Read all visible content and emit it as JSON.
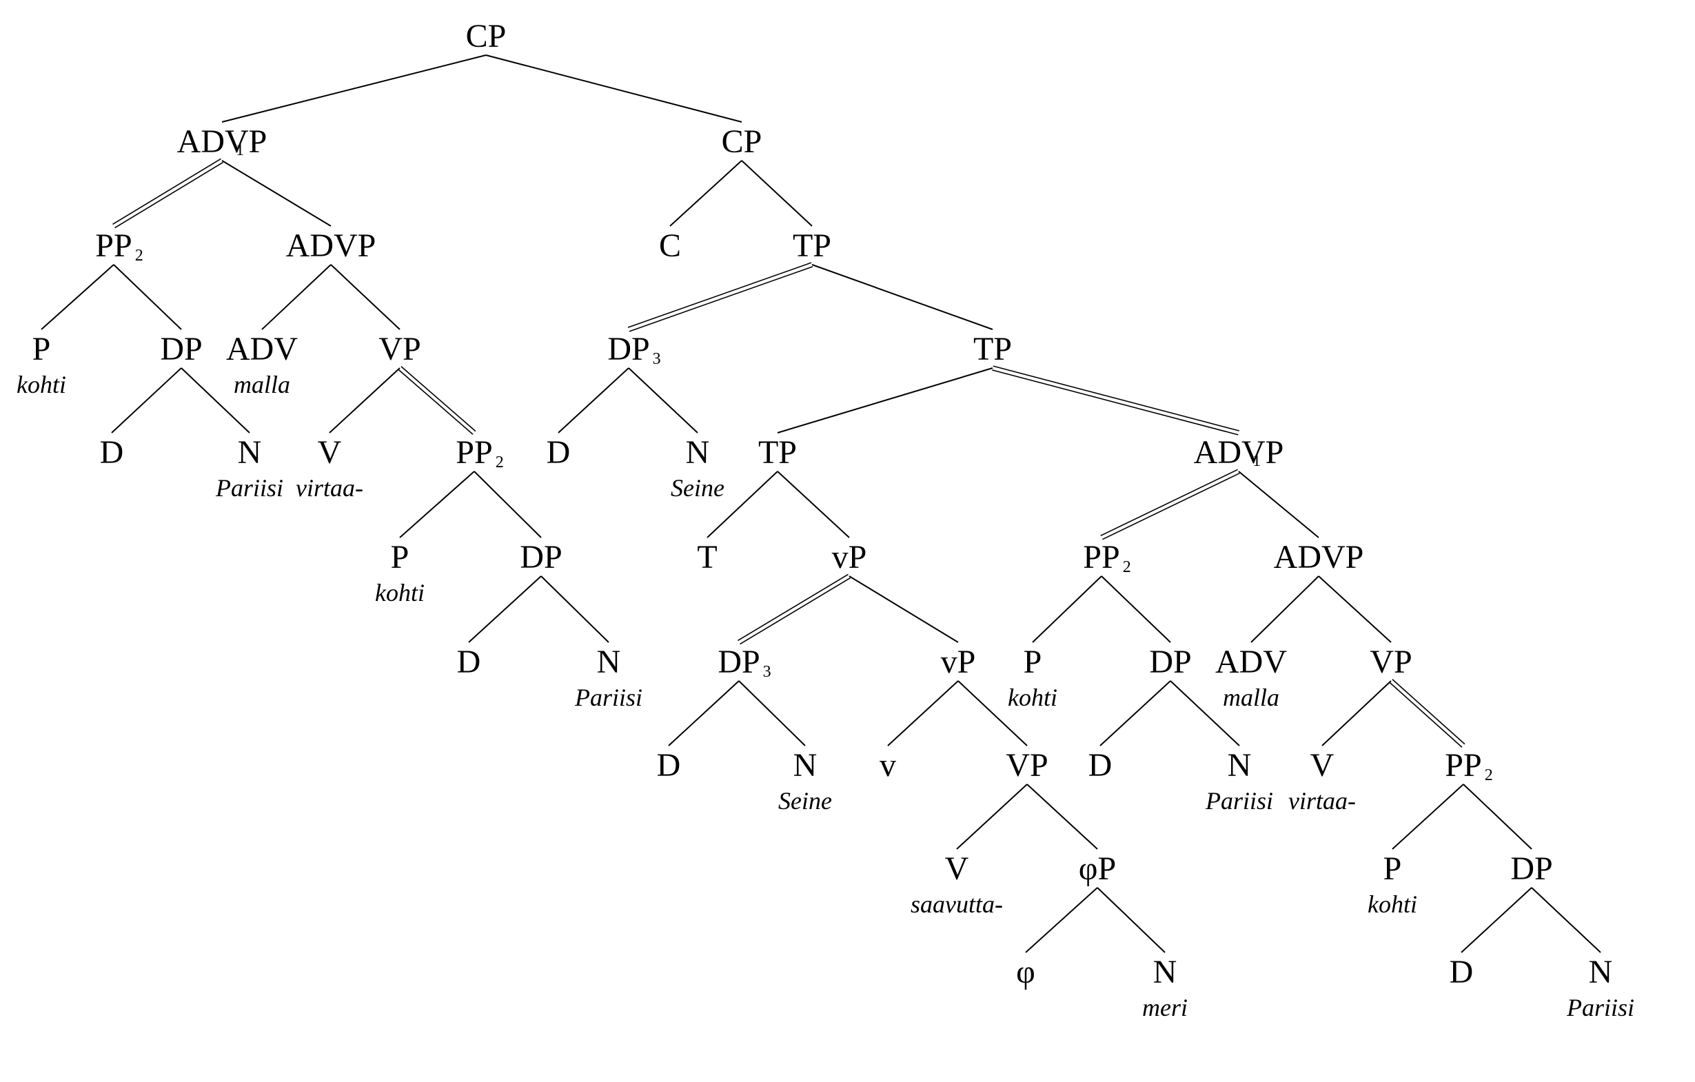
{
  "nodes": [
    {
      "id": "n1",
      "cat": "CP",
      "sub": "",
      "word": ""
    },
    {
      "id": "n2",
      "cat": "ADVP",
      "sub": "1",
      "word": ""
    },
    {
      "id": "n3",
      "cat": "CP",
      "sub": "",
      "word": ""
    },
    {
      "id": "n4",
      "cat": "PP",
      "sub": "2",
      "word": ""
    },
    {
      "id": "n5",
      "cat": "ADVP",
      "sub": "",
      "word": ""
    },
    {
      "id": "n6",
      "cat": "P",
      "sub": "",
      "word": "kohti"
    },
    {
      "id": "n7",
      "cat": "DP",
      "sub": "",
      "word": ""
    },
    {
      "id": "n8",
      "cat": "D",
      "sub": "",
      "word": ""
    },
    {
      "id": "n9",
      "cat": "N",
      "sub": "",
      "word": "Pariisi"
    },
    {
      "id": "n10",
      "cat": "ADV",
      "sub": "",
      "word": "malla"
    },
    {
      "id": "n11",
      "cat": "VP",
      "sub": "",
      "word": ""
    },
    {
      "id": "n12",
      "cat": "V",
      "sub": "",
      "word": "virtaa-"
    },
    {
      "id": "n13",
      "cat": "PP",
      "sub": "2",
      "word": ""
    },
    {
      "id": "n14",
      "cat": "P",
      "sub": "",
      "word": "kohti"
    },
    {
      "id": "n15",
      "cat": "DP",
      "sub": "",
      "word": ""
    },
    {
      "id": "n16",
      "cat": "D",
      "sub": "",
      "word": ""
    },
    {
      "id": "n17",
      "cat": "N",
      "sub": "",
      "word": "Pariisi"
    },
    {
      "id": "n18",
      "cat": "C",
      "sub": "",
      "word": ""
    },
    {
      "id": "n19",
      "cat": "TP",
      "sub": "",
      "word": ""
    },
    {
      "id": "n20",
      "cat": "DP",
      "sub": "3",
      "word": ""
    },
    {
      "id": "n21",
      "cat": "D",
      "sub": "",
      "word": ""
    },
    {
      "id": "n22",
      "cat": "N",
      "sub": "",
      "word": "Seine"
    },
    {
      "id": "n23",
      "cat": "TP",
      "sub": "",
      "word": ""
    },
    {
      "id": "n24",
      "cat": "TP",
      "sub": "",
      "word": ""
    },
    {
      "id": "n25",
      "cat": "T",
      "sub": "",
      "word": ""
    },
    {
      "id": "n26",
      "cat": "vP",
      "sub": "",
      "word": ""
    },
    {
      "id": "n27",
      "cat": "DP",
      "sub": "3",
      "word": ""
    },
    {
      "id": "n28",
      "cat": "D",
      "sub": "",
      "word": ""
    },
    {
      "id": "n29",
      "cat": "N",
      "sub": "",
      "word": "Seine"
    },
    {
      "id": "n30",
      "cat": "vP",
      "sub": "",
      "word": ""
    },
    {
      "id": "n31",
      "cat": "v",
      "sub": "",
      "word": ""
    },
    {
      "id": "n32",
      "cat": "VP",
      "sub": "",
      "word": ""
    },
    {
      "id": "n33",
      "cat": "V",
      "sub": "",
      "word": "saavutta-"
    },
    {
      "id": "n34",
      "cat": "φP",
      "sub": "",
      "word": ""
    },
    {
      "id": "n35",
      "cat": "φ",
      "sub": "",
      "word": ""
    },
    {
      "id": "n36",
      "cat": "N",
      "sub": "",
      "word": "meri"
    },
    {
      "id": "n37",
      "cat": "ADVP",
      "sub": "1",
      "word": ""
    },
    {
      "id": "n38",
      "cat": "PP",
      "sub": "2",
      "word": ""
    },
    {
      "id": "n39",
      "cat": "P",
      "sub": "",
      "word": "kohti"
    },
    {
      "id": "n40",
      "cat": "DP",
      "sub": "",
      "word": ""
    },
    {
      "id": "n41",
      "cat": "D",
      "sub": "",
      "word": ""
    },
    {
      "id": "n42",
      "cat": "N",
      "sub": "",
      "word": "Pariisi"
    },
    {
      "id": "n43",
      "cat": "ADVP",
      "sub": "",
      "word": ""
    },
    {
      "id": "n44",
      "cat": "ADV",
      "sub": "",
      "word": "malla"
    },
    {
      "id": "n45",
      "cat": "VP",
      "sub": "",
      "word": ""
    },
    {
      "id": "n46",
      "cat": "V",
      "sub": "",
      "word": "virtaa-"
    },
    {
      "id": "n47",
      "cat": "PP",
      "sub": "2",
      "word": ""
    },
    {
      "id": "n48",
      "cat": "P",
      "sub": "",
      "word": "kohti"
    },
    {
      "id": "n49",
      "cat": "DP",
      "sub": "",
      "word": ""
    },
    {
      "id": "n50",
      "cat": "D",
      "sub": "",
      "word": ""
    },
    {
      "id": "n51",
      "cat": "N",
      "sub": "",
      "word": "Pariisi"
    }
  ],
  "edges": [
    {
      "from": "n1",
      "to": "n2",
      "style": "single"
    },
    {
      "from": "n1",
      "to": "n3",
      "style": "single"
    },
    {
      "from": "n2",
      "to": "n4",
      "style": "double"
    },
    {
      "from": "n2",
      "to": "n5",
      "style": "single"
    },
    {
      "from": "n4",
      "to": "n6",
      "style": "single"
    },
    {
      "from": "n4",
      "to": "n7",
      "style": "single"
    },
    {
      "from": "n7",
      "to": "n8",
      "style": "single"
    },
    {
      "from": "n7",
      "to": "n9",
      "style": "single"
    },
    {
      "from": "n5",
      "to": "n10",
      "style": "single"
    },
    {
      "from": "n5",
      "to": "n11",
      "style": "single"
    },
    {
      "from": "n11",
      "to": "n12",
      "style": "single"
    },
    {
      "from": "n11",
      "to": "n13",
      "style": "double"
    },
    {
      "from": "n13",
      "to": "n14",
      "style": "single"
    },
    {
      "from": "n13",
      "to": "n15",
      "style": "single"
    },
    {
      "from": "n15",
      "to": "n16",
      "style": "single"
    },
    {
      "from": "n15",
      "to": "n17",
      "style": "single"
    },
    {
      "from": "n3",
      "to": "n18",
      "style": "single"
    },
    {
      "from": "n3",
      "to": "n19",
      "style": "single"
    },
    {
      "from": "n19",
      "to": "n20",
      "style": "double"
    },
    {
      "from": "n19",
      "to": "n23",
      "style": "single"
    },
    {
      "from": "n20",
      "to": "n21",
      "style": "single"
    },
    {
      "from": "n20",
      "to": "n22",
      "style": "single"
    },
    {
      "from": "n23",
      "to": "n24",
      "style": "single"
    },
    {
      "from": "n23",
      "to": "n37",
      "style": "double"
    },
    {
      "from": "n24",
      "to": "n25",
      "style": "single"
    },
    {
      "from": "n24",
      "to": "n26",
      "style": "single"
    },
    {
      "from": "n26",
      "to": "n27",
      "style": "double"
    },
    {
      "from": "n26",
      "to": "n30",
      "style": "single"
    },
    {
      "from": "n27",
      "to": "n28",
      "style": "single"
    },
    {
      "from": "n27",
      "to": "n29",
      "style": "single"
    },
    {
      "from": "n30",
      "to": "n31",
      "style": "single"
    },
    {
      "from": "n30",
      "to": "n32",
      "style": "single"
    },
    {
      "from": "n32",
      "to": "n33",
      "style": "single"
    },
    {
      "from": "n32",
      "to": "n34",
      "style": "single"
    },
    {
      "from": "n34",
      "to": "n35",
      "style": "single"
    },
    {
      "from": "n34",
      "to": "n36",
      "style": "single"
    },
    {
      "from": "n37",
      "to": "n38",
      "style": "double"
    },
    {
      "from": "n37",
      "to": "n43",
      "style": "single"
    },
    {
      "from": "n38",
      "to": "n39",
      "style": "single"
    },
    {
      "from": "n38",
      "to": "n40",
      "style": "single"
    },
    {
      "from": "n40",
      "to": "n41",
      "style": "single"
    },
    {
      "from": "n40",
      "to": "n42",
      "style": "single"
    },
    {
      "from": "n43",
      "to": "n44",
      "style": "single"
    },
    {
      "from": "n43",
      "to": "n45",
      "style": "single"
    },
    {
      "from": "n45",
      "to": "n46",
      "style": "single"
    },
    {
      "from": "n45",
      "to": "n47",
      "style": "double"
    },
    {
      "from": "n47",
      "to": "n48",
      "style": "single"
    },
    {
      "from": "n47",
      "to": "n49",
      "style": "single"
    },
    {
      "from": "n49",
      "to": "n50",
      "style": "single"
    },
    {
      "from": "n49",
      "to": "n51",
      "style": "single"
    }
  ]
}
